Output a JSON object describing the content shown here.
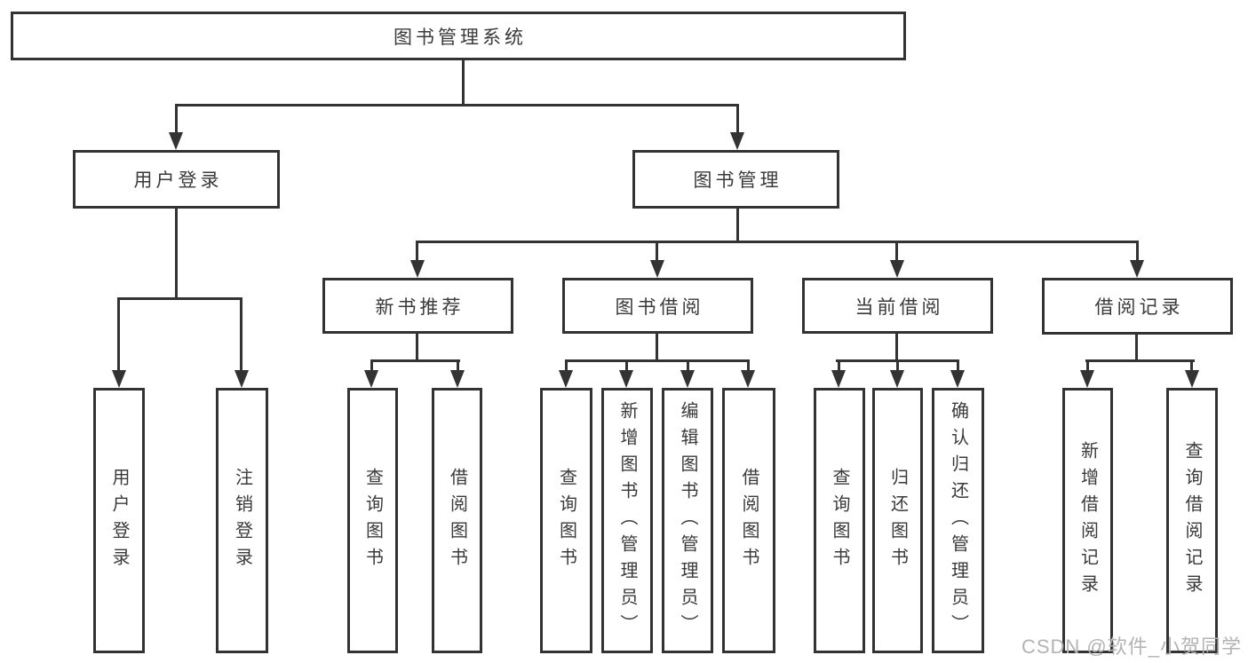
{
  "colors": {
    "line": "#333333",
    "text": "#3a3a3a",
    "watermark": "#b3b3b3",
    "bg": "#ffffff"
  },
  "watermark": {
    "text": "CSDN @软件_小贺同学"
  },
  "nodes": {
    "root": {
      "label": "图书管理系统"
    },
    "user_login": {
      "label": "用户登录"
    },
    "book_mgmt": {
      "label": "图书管理"
    },
    "new_book_rec": {
      "label": "新书推荐"
    },
    "book_borrow": {
      "label": "图书借阅"
    },
    "current_borrow": {
      "label": "当前借阅"
    },
    "borrow_records": {
      "label": "借阅记录"
    }
  },
  "leaves": [
    {
      "parent": "用户登录",
      "label": "用户登录"
    },
    {
      "parent": "用户登录",
      "label": "注销登录"
    },
    {
      "parent": "新书推荐",
      "label": "查询图书"
    },
    {
      "parent": "新书推荐",
      "label": "借阅图书"
    },
    {
      "parent": "图书借阅",
      "label": "查询图书"
    },
    {
      "parent": "图书借阅",
      "label": "新增图书（管理员）"
    },
    {
      "parent": "图书借阅",
      "label": "编辑图书（管理员）"
    },
    {
      "parent": "图书借阅",
      "label": "借阅图书"
    },
    {
      "parent": "当前借阅",
      "label": "查询图书"
    },
    {
      "parent": "当前借阅",
      "label": "归还图书"
    },
    {
      "parent": "当前借阅",
      "label": "确认归还（管理员）"
    },
    {
      "parent": "借阅记录",
      "label": "新增借阅记录"
    },
    {
      "parent": "借阅记录",
      "label": "查询借阅记录"
    }
  ]
}
